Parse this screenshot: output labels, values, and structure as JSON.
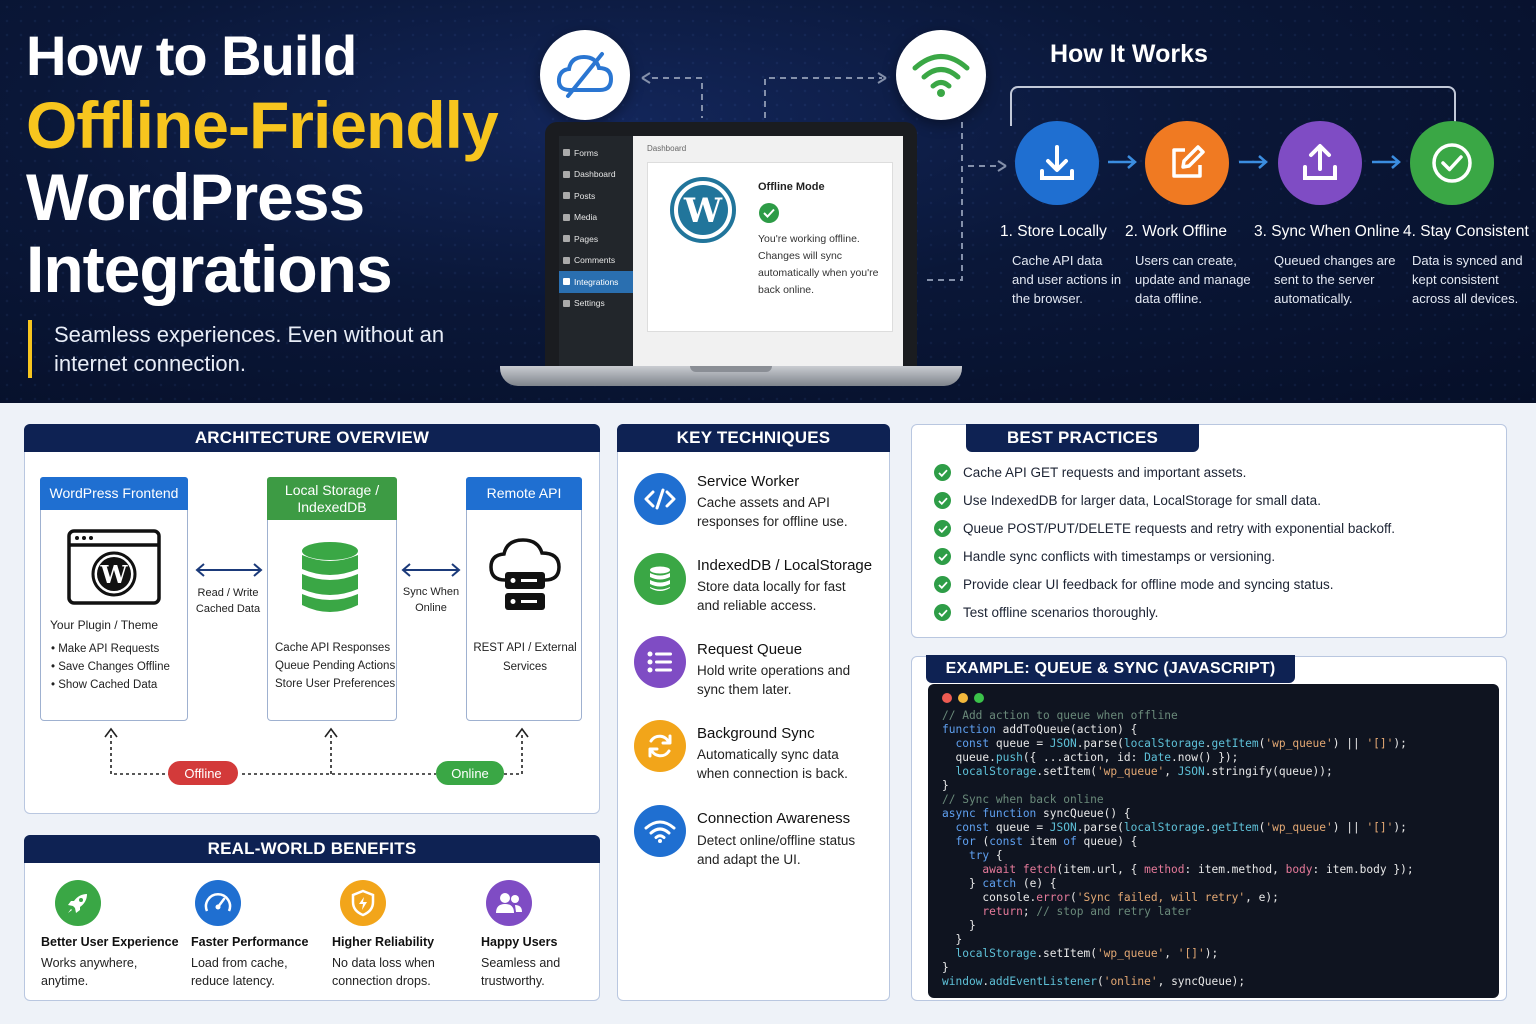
{
  "hero": {
    "title_line1": "How to Build",
    "title_line2": "Offline-Friendly",
    "title_line3": "WordPress",
    "title_line4": "Integrations",
    "tagline": "Seamless experiences. Even without an internet connection."
  },
  "laptop": {
    "sidebar": [
      "Forms",
      "Dashboard",
      "Posts",
      "Media",
      "Pages",
      "Comments",
      "Integrations",
      "Settings"
    ],
    "topbar": "Dashboard",
    "card_title": "Offline Mode",
    "card_text": "You're working offline. Changes will sync automatically when you're back online."
  },
  "how_it_works": {
    "title": "How It Works",
    "steps": [
      {
        "title": "1. Store Locally",
        "desc": "Cache API data and user actions in the browser.",
        "color": "#1f6fd1",
        "icon": "download-icon"
      },
      {
        "title": "2. Work Offline",
        "desc": "Users can create, update and manage data offline.",
        "color": "#f07a22",
        "icon": "edit-icon"
      },
      {
        "title": "3. Sync When Online",
        "desc": "Queued changes are sent to the server automatically.",
        "color": "#7f4cc4",
        "icon": "upload-icon"
      },
      {
        "title": "4. Stay Consistent",
        "desc": "Data is synced and kept consistent across all devices.",
        "color": "#3aa745",
        "icon": "check-circle-icon"
      }
    ]
  },
  "architecture": {
    "header": "ARCHITECTURE OVERVIEW",
    "frontend": {
      "title": "WordPress Frontend",
      "subtitle": "Your Plugin / Theme",
      "items": [
        "• Make API Requests",
        "• Save Changes Offline",
        "• Show Cached Data"
      ]
    },
    "storage": {
      "title": "Local Storage / IndexedDB",
      "items": [
        "Cache API Responses",
        "Queue Pending Actions",
        "Store User Preferences"
      ]
    },
    "remote": {
      "title": "Remote API",
      "text": "REST API / External Services"
    },
    "arrow1": "Read / Write Cached Data",
    "arrow2": "Sync When Online",
    "offline": "Offline",
    "online": "Online"
  },
  "techniques": {
    "header": "KEY TECHNIQUES",
    "items": [
      {
        "title": "Service Worker",
        "desc": "Cache assets and API responses for offline use.",
        "color": "#1f6fd1",
        "icon": "code-icon"
      },
      {
        "title": "IndexedDB / LocalStorage",
        "desc": "Store data locally for fast and reliable access.",
        "color": "#3aa745",
        "icon": "database-icon"
      },
      {
        "title": "Request Queue",
        "desc": "Hold write operations and sync them later.",
        "color": "#7f4cc4",
        "icon": "list-icon"
      },
      {
        "title": "Background Sync",
        "desc": "Automatically sync data when connection is back.",
        "color": "#f2a51a",
        "icon": "sync-icon"
      },
      {
        "title": "Connection Awareness",
        "desc": "Detect online/offline status and adapt the UI.",
        "color": "#1f6fd1",
        "icon": "wifi-icon"
      }
    ]
  },
  "best_practices": {
    "header": "BEST PRACTICES",
    "items": [
      "Cache API GET requests and important assets.",
      "Use IndexedDB for larger data, LocalStorage for small data.",
      "Queue POST/PUT/DELETE requests and retry with exponential backoff.",
      "Handle sync conflicts with timestamps or versioning.",
      "Provide clear UI feedback for offline mode and syncing status.",
      "Test offline scenarios thoroughly."
    ]
  },
  "example": {
    "header": "EXAMPLE: QUEUE & SYNC (JAVASCRIPT)"
  },
  "benefits": {
    "header": "REAL-WORLD BENEFITS",
    "items": [
      {
        "title": "Better User Experience",
        "desc": "Works anywhere, anytime.",
        "color": "#3aa745",
        "icon": "rocket-icon"
      },
      {
        "title": "Faster Performance",
        "desc": "Load from cache, reduce latency.",
        "color": "#1f6fd1",
        "icon": "speedometer-icon"
      },
      {
        "title": "Higher Reliability",
        "desc": "No data loss when connection drops.",
        "color": "#f2a51a",
        "icon": "shield-icon"
      },
      {
        "title": "Happy Users",
        "desc": "Seamless and trustworthy.",
        "color": "#7f4cc4",
        "icon": "users-icon"
      }
    ]
  }
}
